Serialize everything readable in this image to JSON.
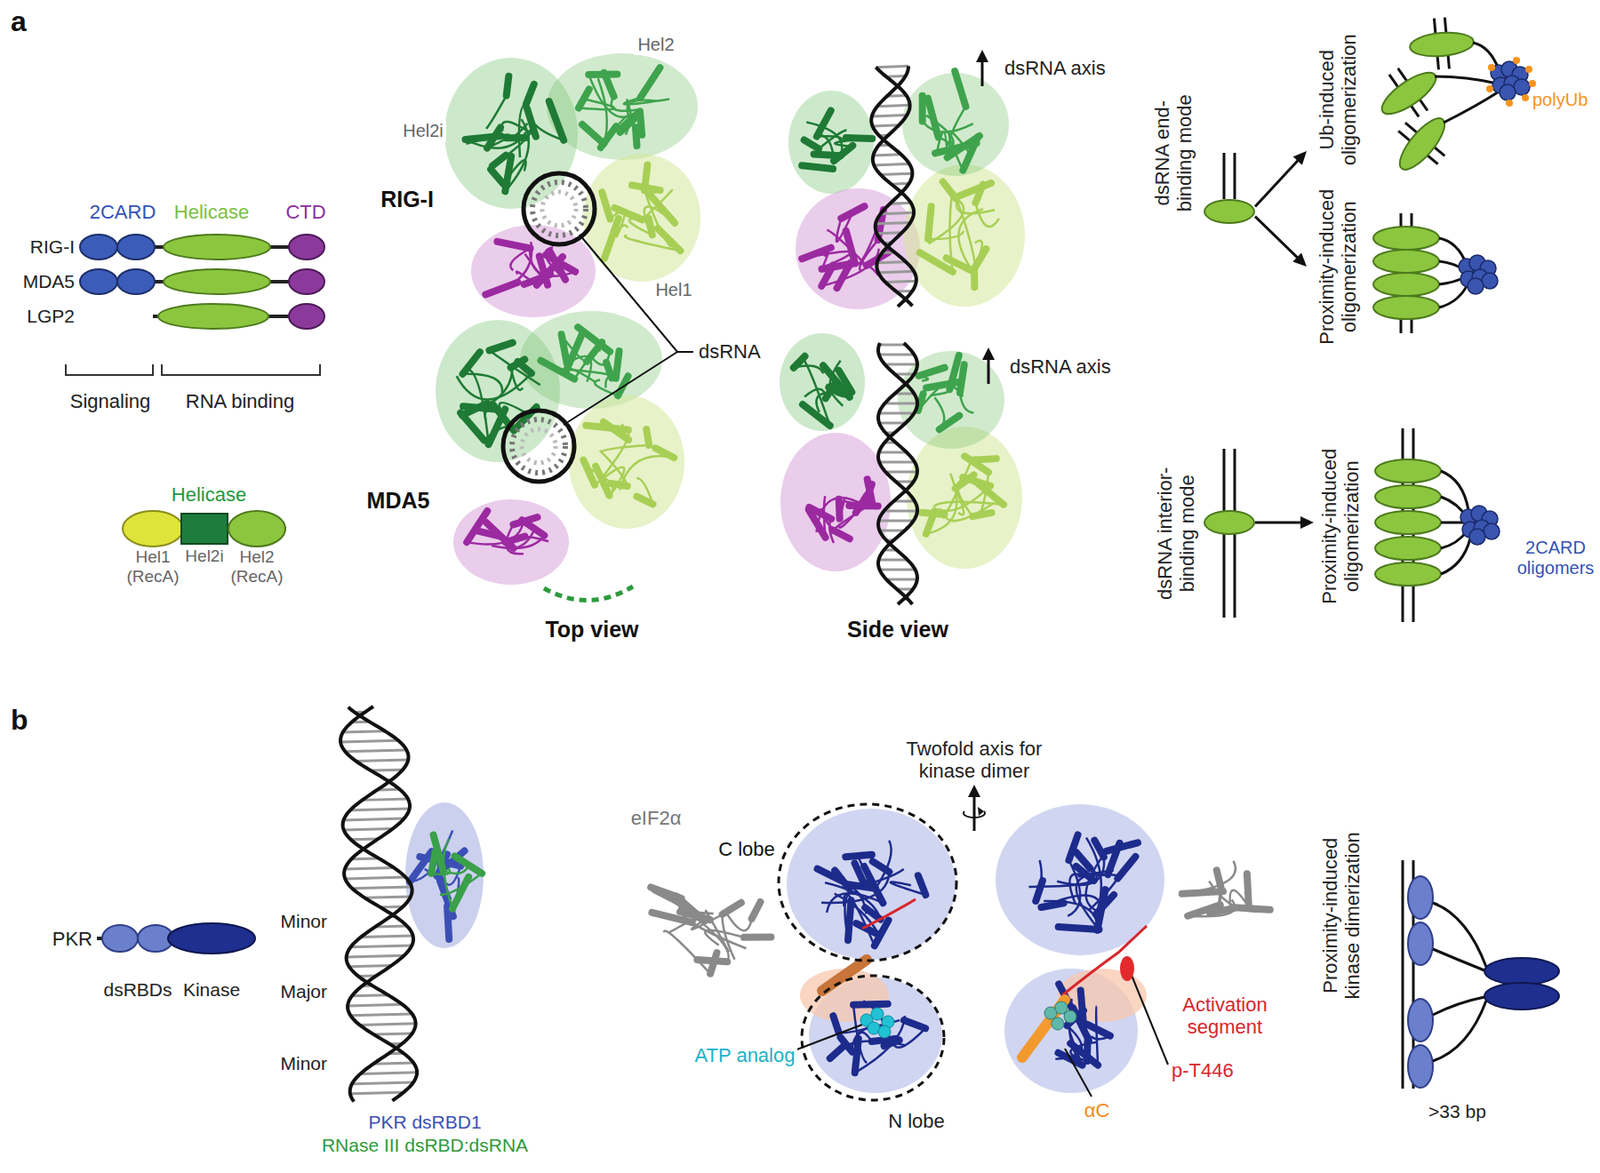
{
  "diagram": {
    "nodes": [
      {
        "text": [
          "dsRNA end-binding mode"
        ]
      },
      {
        "text": [
          "Ub-induced oligomerization",
          "polyUb"
        ]
      },
      {
        "text": [
          "Proximity-induced oligomerization"
        ]
      },
      {
        "text": [
          "dsRNA interior-binding mode"
        ]
      },
      {
        "text": [
          "Proximity-induced oligomerization",
          "2CARD oligomers"
        ]
      }
    ],
    "edges": [
      {
        "from": 0,
        "to": 1,
        "arrow": "to"
      },
      {
        "from": 0,
        "to": 2,
        "arrow": "to"
      },
      {
        "from": 3,
        "to": 4,
        "arrow": "to"
      }
    ],
    "labels": [
      "a",
      "2CARD",
      "Helicase",
      "CTD",
      "RIG-I",
      "MDA5",
      "LGP2",
      "Signaling",
      "RNA binding",
      "Helicase",
      "Hel1 (RecA)",
      "Hel2i",
      "Hel2 (RecA)",
      "RIG-I",
      "MDA5",
      "Hel2",
      "Hel2i",
      "Hel1",
      "dsRNA",
      "dsRNA axis",
      "dsRNA axis",
      "Top view",
      "Side view",
      "b",
      "PKR",
      "dsRBDs",
      "Kinase",
      "Minor",
      "Major",
      "Minor",
      "PKR dsRBD1",
      "RNase III dsRBD:dsRNA",
      "Twofold axis for kinase dimer",
      "eIF2α",
      "C lobe",
      "N lobe",
      "ATP analog",
      "Activation segment",
      "p-T446",
      "αC",
      "Proximity-induced kinase dimerization",
      ">33 bp"
    ]
  }
}
